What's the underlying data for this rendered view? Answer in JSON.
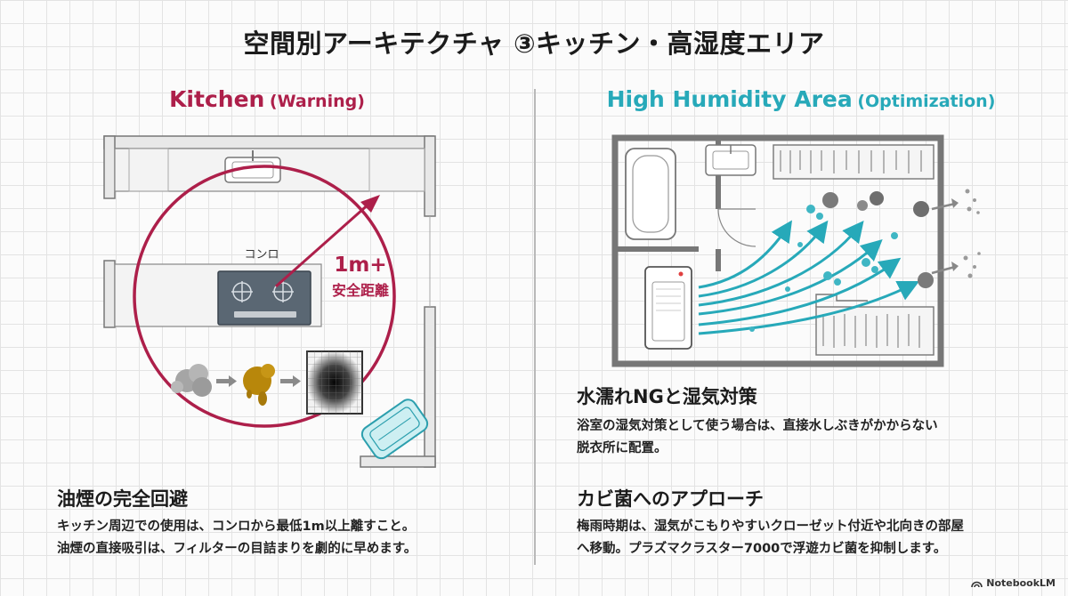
{
  "title": "空間別アーキテクチャ ③キッチン・高湿度エリア",
  "kitchen": {
    "heading_main": "Kitchen",
    "heading_paren": "(Warning)",
    "stove_label": "コンロ",
    "distance_value": "1m+",
    "distance_label": "安全距離",
    "section_title": "油煙の完全回避",
    "body_line1": "キッチン周辺での使用は、コンロから最低1m以上離すこと。",
    "body_line2": "油煙の直接吸引は、フィルターの目詰まりを劇的に早めます。"
  },
  "humidity": {
    "heading_main": "High Humidity Area",
    "heading_paren": "(Optimization)",
    "section1_title": "水濡れNGと湿気対策",
    "section1_line1": "浴室の湿気対策として使う場合は、直接水しぶきがかからない",
    "section1_line2": "脱衣所に配置。",
    "section2_title": "カビ菌へのアプローチ",
    "section2_line1": "梅雨時期は、湿気がこもりやすいクローゼット付近や北向きの部屋",
    "section2_line2": "へ移動。プラズマクラスター7000で浮遊カビ菌を抑制します。"
  },
  "colors": {
    "warning": "#ad1f4a",
    "optimization": "#27a9b9"
  },
  "brand": "NotebookLM"
}
